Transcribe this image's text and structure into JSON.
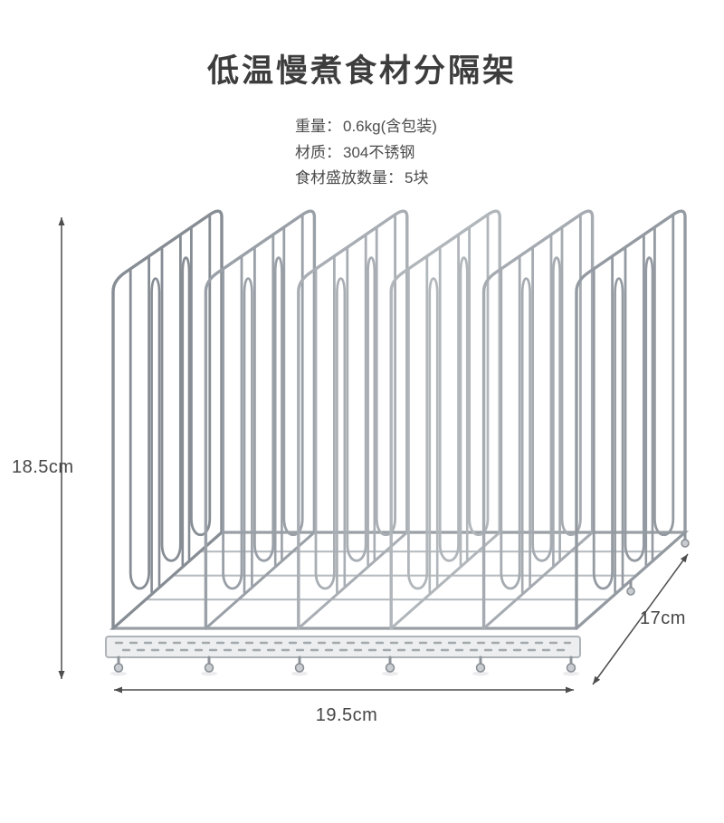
{
  "page": {
    "title": "低温慢煮食材分隔架"
  },
  "specs": {
    "items": [
      {
        "label": "重量：",
        "value": "0.6kg(含包装)"
      },
      {
        "label": "材质：",
        "value": "304不锈钢"
      },
      {
        "label": "食材盛放数量：",
        "value": "5块"
      }
    ]
  },
  "product": {
    "alt": "304不锈钢低温慢煮食材分隔架",
    "metal_shades": [
      "#878d94",
      "#9aa0a7",
      "#a9aeb4",
      "#b1b6bb",
      "#a5abb1",
      "#949aa1"
    ],
    "base_frame_color": "#999fa5",
    "base_wire_color": "#b7bcc1",
    "dimension_line_color": "#4d4d4d"
  },
  "dimensions": {
    "height_label": "18.5cm",
    "width_label": "19.5cm",
    "depth_label": "17cm"
  }
}
